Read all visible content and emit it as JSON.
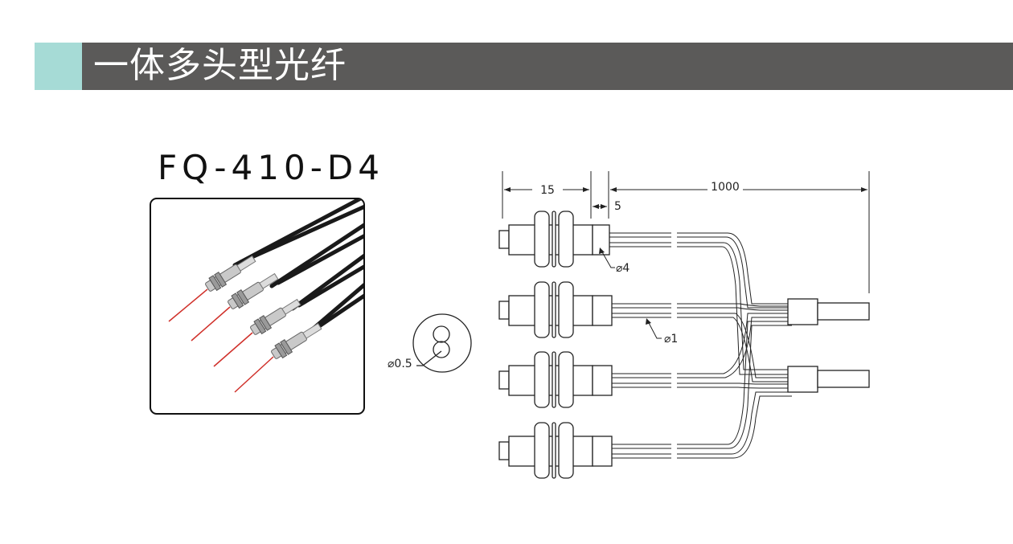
{
  "header": {
    "title": "一体多头型光纤",
    "accent_color": "#a6dbd6",
    "bar_color": "#5b5a59"
  },
  "product": {
    "model": "FQ-410-D4"
  },
  "cross_section": {
    "diameter_label": "⌀0.5"
  },
  "drawing": {
    "dim_head_length": "15",
    "dim_collar_length": "5",
    "dim_cable_length": "1000",
    "head_diameter": "⌀4",
    "fiber_diameter": "⌀1"
  }
}
